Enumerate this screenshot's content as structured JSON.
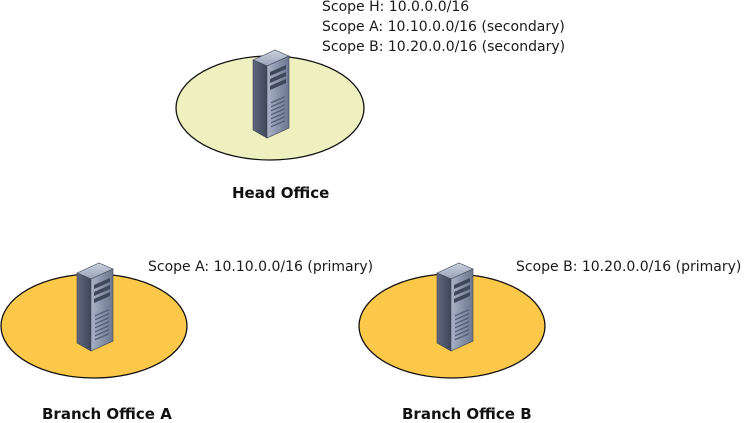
{
  "head_office": {
    "title": "Head Office",
    "scopes": [
      "Scope H: 10.0.0.0/16",
      "Scope A: 10.10.0.0/16 (secondary)",
      "Scope B: 10.20.0.0/16 (secondary)"
    ],
    "fill_color": "#eef0bf",
    "icon": "server-icon"
  },
  "branch_a": {
    "title": "Branch Office A",
    "scope": "Scope A: 10.10.0.0/16 (primary)",
    "fill_color": "#fbc84a",
    "icon": "server-icon"
  },
  "branch_b": {
    "title": "Branch Office B",
    "scope": "Scope B: 10.20.0.0/16 (primary)",
    "fill_color": "#fbc84a",
    "icon": "server-icon"
  },
  "colors": {
    "outline": "#111111",
    "server_body": "#7b879f",
    "server_dark": "#4d566c"
  }
}
